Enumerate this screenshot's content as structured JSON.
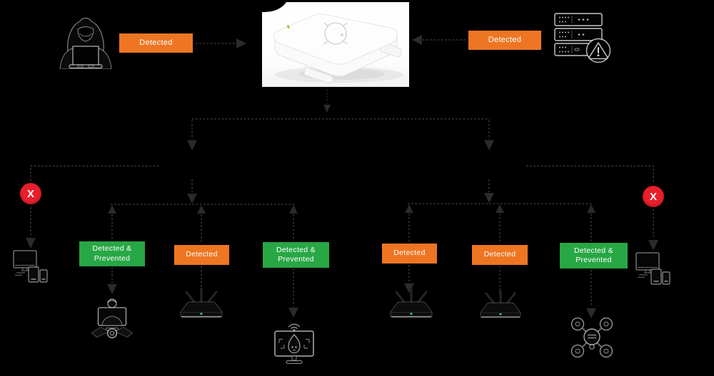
{
  "diagram": {
    "background": "#000000",
    "colors": {
      "orange": "#EE7623",
      "green": "#28A745",
      "red": "#E91F2C",
      "connector": "#2B2B2B"
    },
    "top": {
      "attacker_icon": "hooded-hacker",
      "attacker_status": "Detected",
      "central_device": "wireless-access-point",
      "server_icon": "server-stack-alert",
      "server_status": "Detected"
    },
    "blocked": {
      "mark": "X"
    },
    "branches": [
      {
        "status": "Detected &\nPrevented",
        "variant": "green",
        "icon": "rogue-client"
      },
      {
        "status": "Detected",
        "variant": "orange",
        "icon": "rogue-access-point"
      },
      {
        "status": "Detected &\nPrevented",
        "variant": "green",
        "icon": "evil-twin-access-point"
      },
      {
        "status": "Detected",
        "variant": "orange",
        "icon": "neighbor-access-point"
      },
      {
        "status": "Detected",
        "variant": "orange",
        "icon": "ad-hoc-access-point"
      },
      {
        "status": "Detected &\nPrevented",
        "variant": "green",
        "icon": "drone"
      }
    ],
    "endpoints": {
      "left_icon": "workstation-devices",
      "right_icon": "workstation-devices"
    }
  }
}
